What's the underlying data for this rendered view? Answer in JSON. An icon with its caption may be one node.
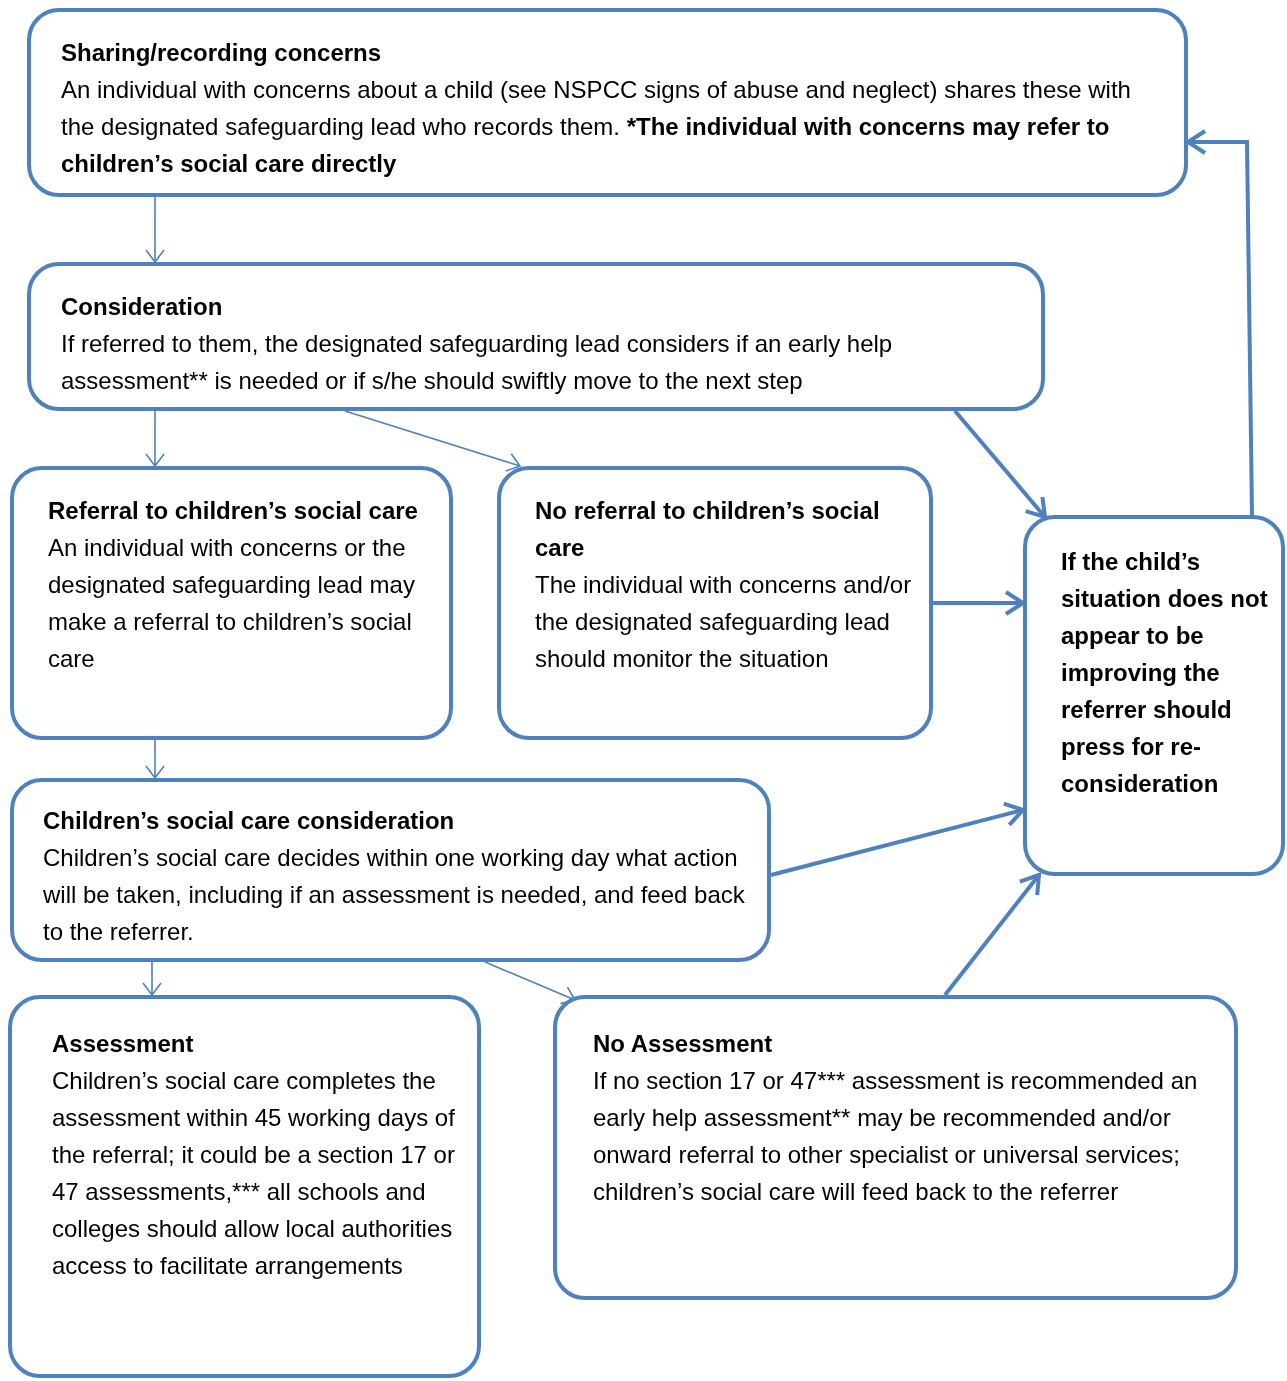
{
  "diagram": {
    "nodes": [
      {
        "text": [
          "Sharing/recording concerns",
          "An individual with concerns about a child (see NSPCC signs of abuse and neglect) shares these with the designated safeguarding lead who records them. ***The individual with concerns may refer to children’s social care directly**"
        ]
      },
      {
        "text": [
          "Consideration",
          "If referred to them, the designated safeguarding lead considers if an early help assessment** is needed or if s/he should swiftly move to the next step"
        ]
      },
      {
        "text": [
          "Referral to children’s social care",
          "An individual with concerns or the designated safeguarding lead may make a referral to children’s social care"
        ]
      },
      {
        "text": [
          "No referral to children’s social care",
          "The individual with concerns and/or the designated safeguarding lead should monitor the situation"
        ]
      },
      {
        "text": [
          "If the child’s situation does not appear to be improving the referrer should press for re-consideration"
        ]
      },
      {
        "text": [
          "Children’s social care consideration",
          "Children’s social care decides within one working day what action will be taken, including if an assessment is needed, and feed back to the referrer."
        ]
      },
      {
        "text": [
          "Assessment",
          "Children’s social care completes the assessment within 45 working days of the referral; it could be a section 17 or 47 assessments,*** all schools and colleges should allow local authorities access to facilitate arrangements"
        ]
      },
      {
        "text": [
          "No Assessment",
          "If no section 17 or 47*** assessment is recommended an early help assessment** may be recommended and/or onward referral to other specialist or universal services; children’s social care will feed back to the referrer"
        ]
      }
    ],
    "edges": [
      {
        "from": 0,
        "to": 1,
        "arrow": "to"
      },
      {
        "from": 1,
        "to": 2,
        "arrow": "to"
      },
      {
        "from": 1,
        "to": 3,
        "arrow": "to"
      },
      {
        "from": 1,
        "to": 4,
        "arrow": "to",
        "style": "thick"
      },
      {
        "from": 3,
        "to": 4,
        "arrow": "to",
        "style": "thick"
      },
      {
        "from": 5,
        "to": 4,
        "arrow": "to",
        "style": "thick"
      },
      {
        "from": 7,
        "to": 4,
        "arrow": "to",
        "style": "thick"
      },
      {
        "from": 4,
        "to": 0,
        "arrow": "to",
        "style": "thick"
      },
      {
        "from": 2,
        "to": 5,
        "arrow": "to"
      },
      {
        "from": 5,
        "to": 6,
        "arrow": "to"
      },
      {
        "from": 5,
        "to": 7,
        "arrow": "to"
      }
    ]
  }
}
